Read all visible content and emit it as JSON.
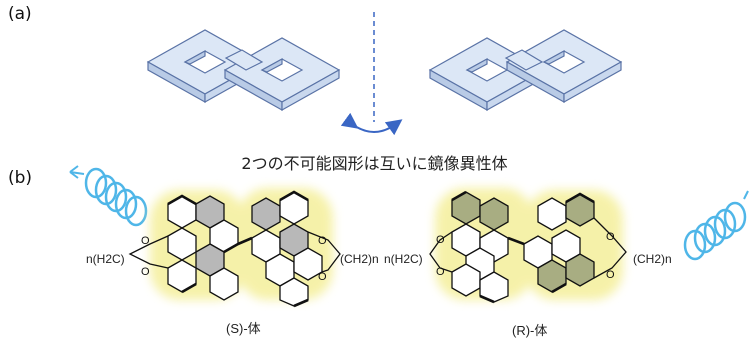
{
  "panel_a": {
    "label": "(a)"
  },
  "panel_b": {
    "label": "(b)"
  },
  "caption": "2つの不可能図形は互いに鏡像異性体",
  "chain_left": "n(H2C)",
  "chain_right_left_mol": "(CH2)n",
  "chain_left_right_mol": "n(H2C)",
  "chain_right": "(CH2)n",
  "label_s": "(S)-体",
  "label_r": "(R)-体",
  "colors": {
    "shape_fill": "#dce7f6",
    "shape_stroke": "#5a73a6",
    "helix": "#4fb6e8",
    "glow": "#f5f0a0",
    "ring_gray": "#b8b8b8",
    "ring_olive": "#a8ad82"
  }
}
